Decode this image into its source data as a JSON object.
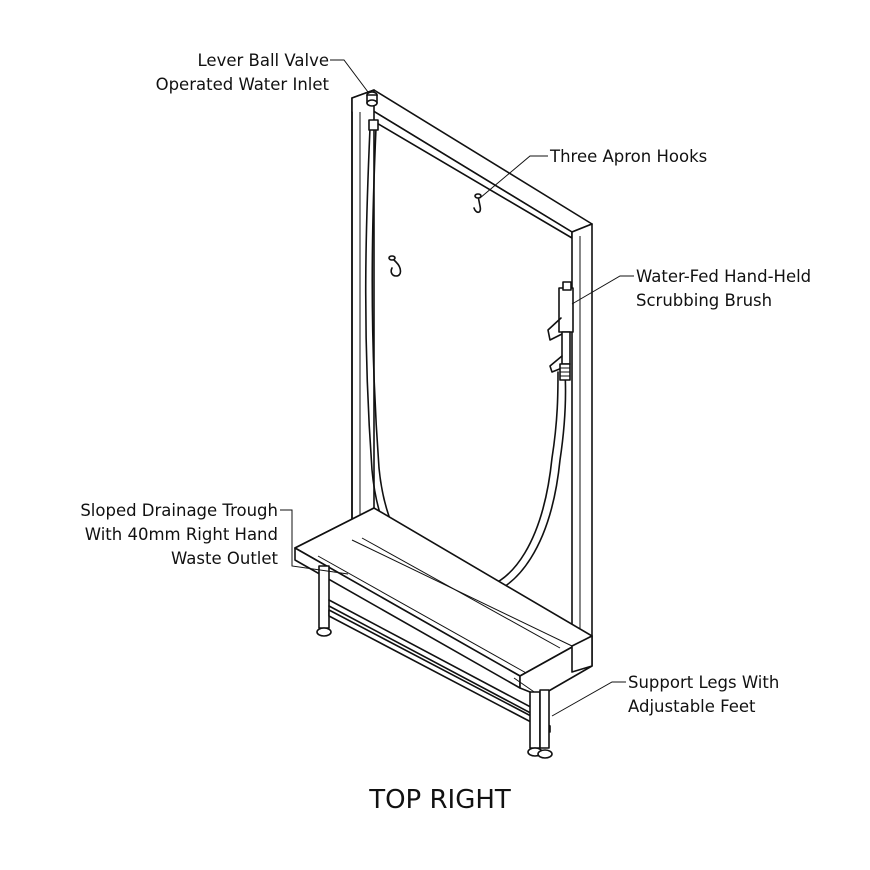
{
  "labels": {
    "inlet_line1": "Lever Ball Valve",
    "inlet_line2": "Operated Water Inlet",
    "hooks": "Three Apron Hooks",
    "brush_line1": "Water-Fed Hand-Held",
    "brush_line2": "Scrubbing Brush",
    "trough_line1": "Sloped Drainage Trough",
    "trough_line2": "With 40mm Right Hand",
    "trough_line3": "Waste Outlet",
    "legs_line1": "Support Legs With",
    "legs_line2": "Adjustable Feet"
  },
  "view_caption": "TOP RIGHT"
}
